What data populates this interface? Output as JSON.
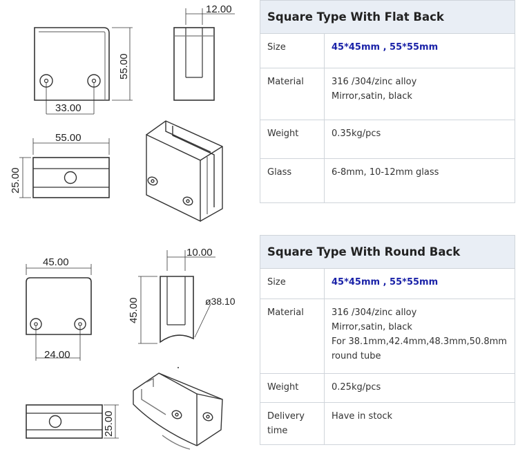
{
  "drawings": {
    "flat": {
      "top_width": "12.00",
      "height": "55.00",
      "hole_spacing": "33.00",
      "bottom_width": "55.00",
      "side_height": "25.00"
    },
    "round": {
      "front_width": "45.00",
      "top_width": "10.00",
      "height": "45.00",
      "diameter": "ø38.10",
      "hole_spacing": "24.00",
      "side_height": "25.00"
    }
  },
  "tables": [
    {
      "title": "Square Type With Flat Back",
      "rows": [
        {
          "key": "Size",
          "lines": [
            "45*45mm , 55*55mm"
          ],
          "highlight": true
        },
        {
          "key": "Material",
          "lines": [
            "316 /304/zinc alloy",
            "Mirror,satin, black"
          ]
        },
        {
          "key": "Weight",
          "lines": [
            "0.35kg/pcs"
          ]
        },
        {
          "key": "Glass",
          "lines": [
            "6-8mm, 10-12mm glass"
          ]
        }
      ]
    },
    {
      "title": "Square Type With Round Back",
      "rows": [
        {
          "key": "Size",
          "lines": [
            "45*45mm , 55*55mm"
          ],
          "highlight": true
        },
        {
          "key": "Material",
          "lines": [
            "316 /304/zinc alloy",
            "Mirror,satin, black",
            "For 38.1mm,42.4mm,48.3mm,50.8mm",
            "round tube"
          ]
        },
        {
          "key": "Weight",
          "lines": [
            "0.25kg/pcs"
          ]
        },
        {
          "key": "Delivery time",
          "lines": [
            "Have in stock"
          ]
        }
      ]
    }
  ]
}
